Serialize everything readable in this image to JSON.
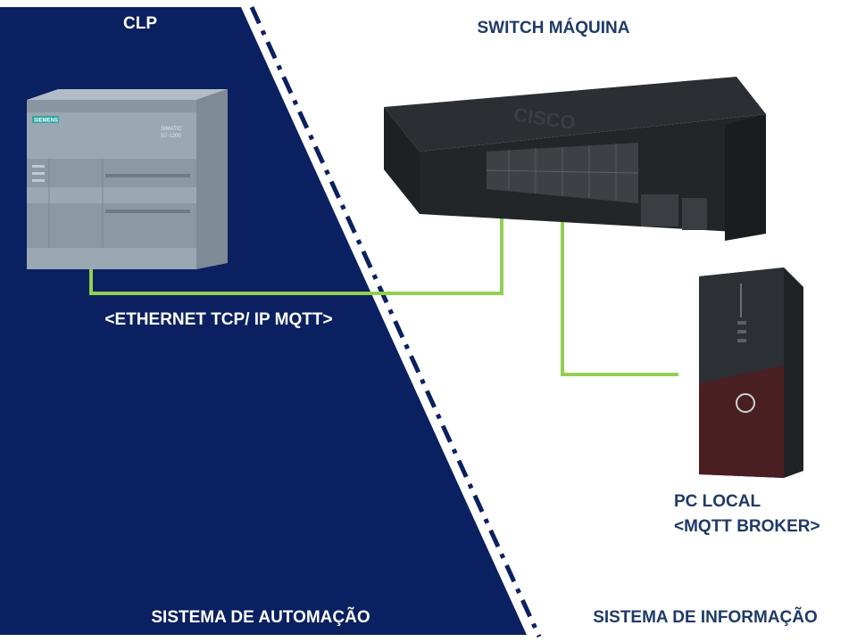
{
  "zones": {
    "automation": {
      "label": "SISTEMA DE AUTOMAÇÃO"
    },
    "information": {
      "label": "SISTEMA DE INFORMAÇÃO"
    }
  },
  "devices": {
    "plc": {
      "label": "CLP",
      "brand": "SIEMENS",
      "model_line1": "SIMATIC",
      "model_line2": "S7-1200"
    },
    "switch": {
      "label": "SWITCH MÁQUINA",
      "brand": "CISCO"
    },
    "pc": {
      "label_line1": "PC LOCAL",
      "label_line2": "<MQTT BROKER>"
    }
  },
  "connection": {
    "label": "<ETHERNET TCP/ IP MQTT>"
  },
  "colors": {
    "automation_zone": "#0a2060",
    "divider": "#0a2060",
    "cable": "#92d050",
    "label_dark": "#1f3a68",
    "label_light": "#ffffff"
  }
}
